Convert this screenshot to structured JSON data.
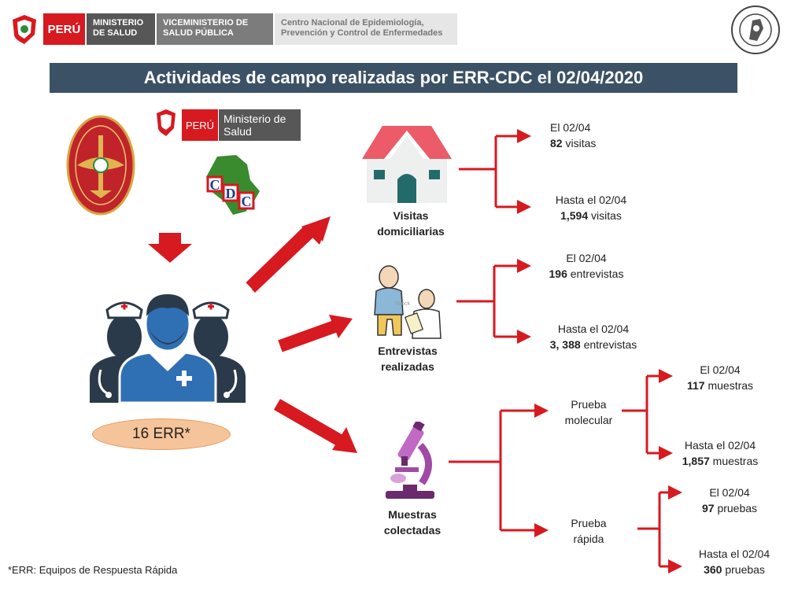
{
  "header": {
    "peru": "PERÚ",
    "ministerio": "MINISTERIO DE SALUD",
    "viceministerio": "VICEMINISTERIO DE SALUD PÚBLICA",
    "centro": "Centro Nacional de Epidemiología, Prevención y Control de Enfermedades"
  },
  "title": "Actividades de campo realizadas por ERR-CDC el 02/04/2020",
  "logos": {
    "peru2": "PERÚ",
    "ministerio2": "Ministerio de Salud",
    "cdc": "CDC"
  },
  "team": {
    "count_label": "16 ERR*"
  },
  "activities": {
    "visitas": {
      "label_line1": "Visitas",
      "label_line2": "domiciliarias",
      "day_label": "El 02/04",
      "day_value": "82",
      "day_unit": "visitas",
      "total_label": "Hasta el 02/04",
      "total_value": "1,594",
      "total_unit": "visitas"
    },
    "entrevistas": {
      "label_line1": "Entrevistas",
      "label_line2": "realizadas",
      "day_label": "El 02/04",
      "day_value": "196",
      "day_unit": "entrevistas",
      "total_label": "Hasta el 02/04",
      "total_value": "3, 388",
      "total_unit": "entrevistas"
    },
    "muestras": {
      "label_line1": "Muestras",
      "label_line2": "colectadas",
      "molecular": {
        "label_line1": "Prueba",
        "label_line2": "molecular",
        "day_label": "El 02/04",
        "day_value": "117",
        "day_unit": "muestras",
        "total_label": "Hasta el 02/04",
        "total_value": "1,857",
        "total_unit": "muestras"
      },
      "rapida": {
        "label_line1": "Prueba",
        "label_line2": "rápida",
        "day_label": "El 02/04",
        "day_value": "97",
        "day_unit": "pruebas",
        "total_label": "Hasta el 02/04",
        "total_value": "360",
        "total_unit": "pruebas"
      }
    }
  },
  "footnote": "*ERR: Equipos de Respuesta Rápida",
  "colors": {
    "accent_red": "#d71920",
    "title_bg": "#3b5166",
    "team_blue": "#2f6fb4",
    "ellipse_fill": "#f6c49a"
  }
}
